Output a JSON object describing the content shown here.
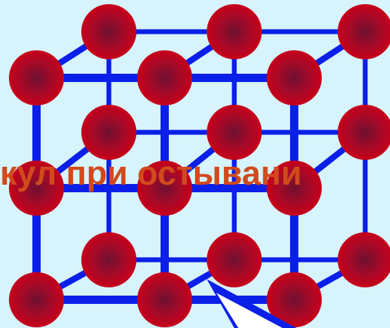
{
  "slide": {
    "caption": "кул при остывани"
  },
  "colors": {
    "background": "#d7f3fb",
    "bond": "#0a1fe8",
    "atom_center": "#6e1030",
    "atom_edge": "#c8001a",
    "caption": "#d14a1c",
    "pointer": "#ffffff"
  },
  "lattice": {
    "layers": 2,
    "rows": 3,
    "columns": 3
  }
}
